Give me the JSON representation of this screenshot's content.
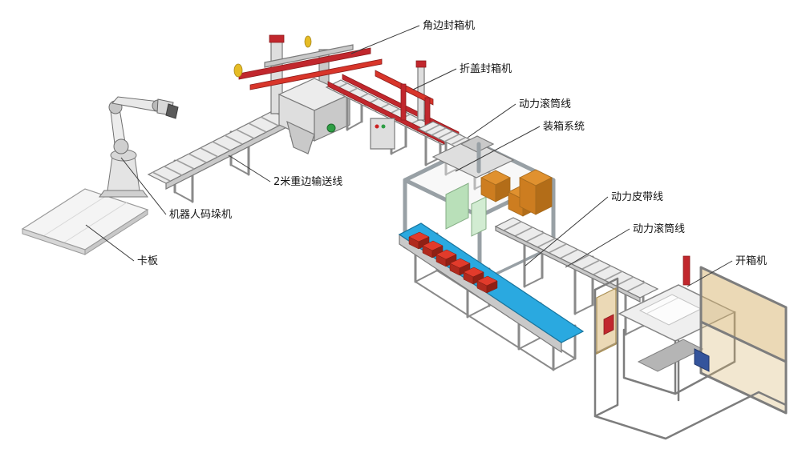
{
  "labels": {
    "corner_sealer": "角边封箱机",
    "flap_sealer": "折盖封箱机",
    "power_roller_line_top": "动力滚筒线",
    "packing_system": "装箱系统",
    "power_belt_line": "动力皮带线",
    "power_roller_line_right": "动力滚筒线",
    "carton_erector": "开箱机",
    "edge_conveyor_2m": "2米重边输送线",
    "robot_palletizer": "机器人码垛机",
    "pallet": "卡板"
  },
  "colors": {
    "machine_red": "#c1272d",
    "belt_blue": "#2aa9e0",
    "box_red": "#e23b2b",
    "carton_orange": "#e0912f",
    "panel_tan": "#d8b46e",
    "panel_green": "#b9e0b9",
    "accent_yellow": "#e6bc25",
    "frame_gray": "#98a0a5",
    "label_text": "#141414"
  }
}
